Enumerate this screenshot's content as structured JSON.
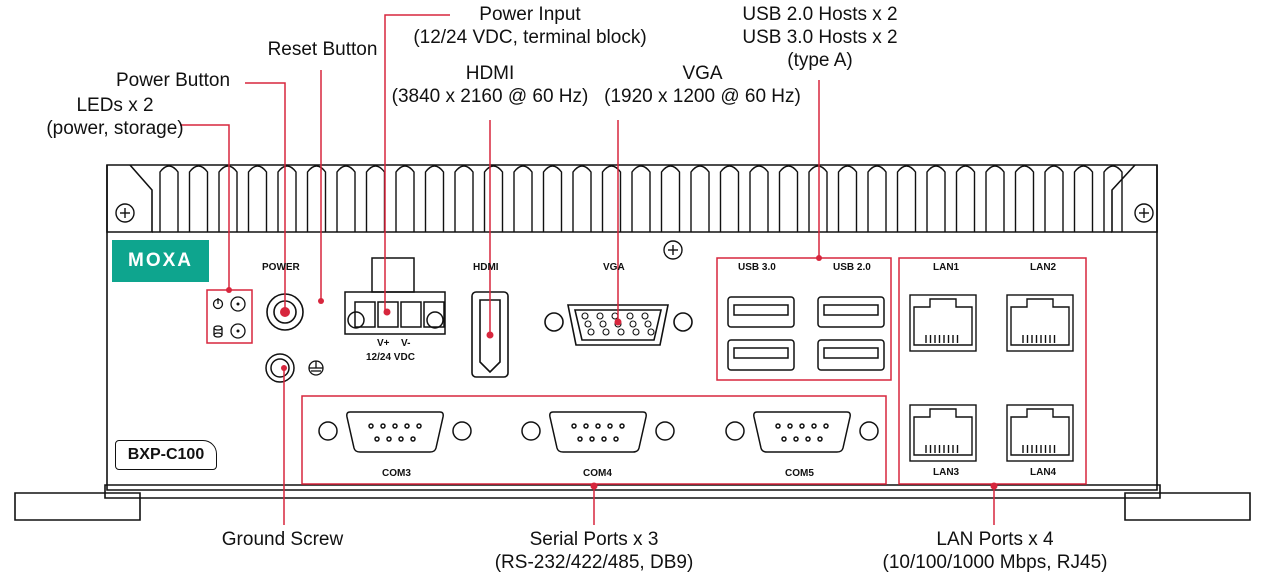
{
  "callouts": {
    "power_input": [
      "Power Input",
      "(12/24 VDC, terminal block)"
    ],
    "usb": [
      "USB 2.0 Hosts x 2",
      "USB 3.0 Hosts x 2",
      "(type A)"
    ],
    "reset": [
      "Reset Button"
    ],
    "hdmi": [
      "HDMI",
      "(3840 x 2160 @ 60 Hz)"
    ],
    "vga": [
      "VGA",
      "(1920 x 1200 @ 60 Hz)"
    ],
    "power_button": [
      "Power Button"
    ],
    "leds": [
      "LEDs x 2",
      "(power, storage)"
    ],
    "ground": [
      "Ground Screw"
    ],
    "serial": [
      "Serial Ports x 3",
      "(RS-232/422/485, DB9)"
    ],
    "lan": [
      "LAN Ports x 4",
      "(10/100/1000 Mbps, RJ45)"
    ]
  },
  "panel": {
    "brand": "MOXA",
    "model": "BXP-C100",
    "power_label": "POWER",
    "hdmi_label": "HDMI",
    "vga_label": "VGA",
    "usb30_label": "USB 3.0",
    "usb20_label": "USB 2.0",
    "lan1": "LAN1",
    "lan2": "LAN2",
    "lan3": "LAN3",
    "lan4": "LAN4",
    "com3": "COM3",
    "com4": "COM4",
    "com5": "COM5",
    "vplus": "V+",
    "vminus": "V-",
    "vdc": "12/24 VDC"
  },
  "colors": {
    "callout_line": "#d7263d",
    "brand": "#0ea58e",
    "outline": "#111111"
  },
  "icons": [
    "power-led-icon",
    "storage-led-icon",
    "ground-icon",
    "screw-icon"
  ]
}
